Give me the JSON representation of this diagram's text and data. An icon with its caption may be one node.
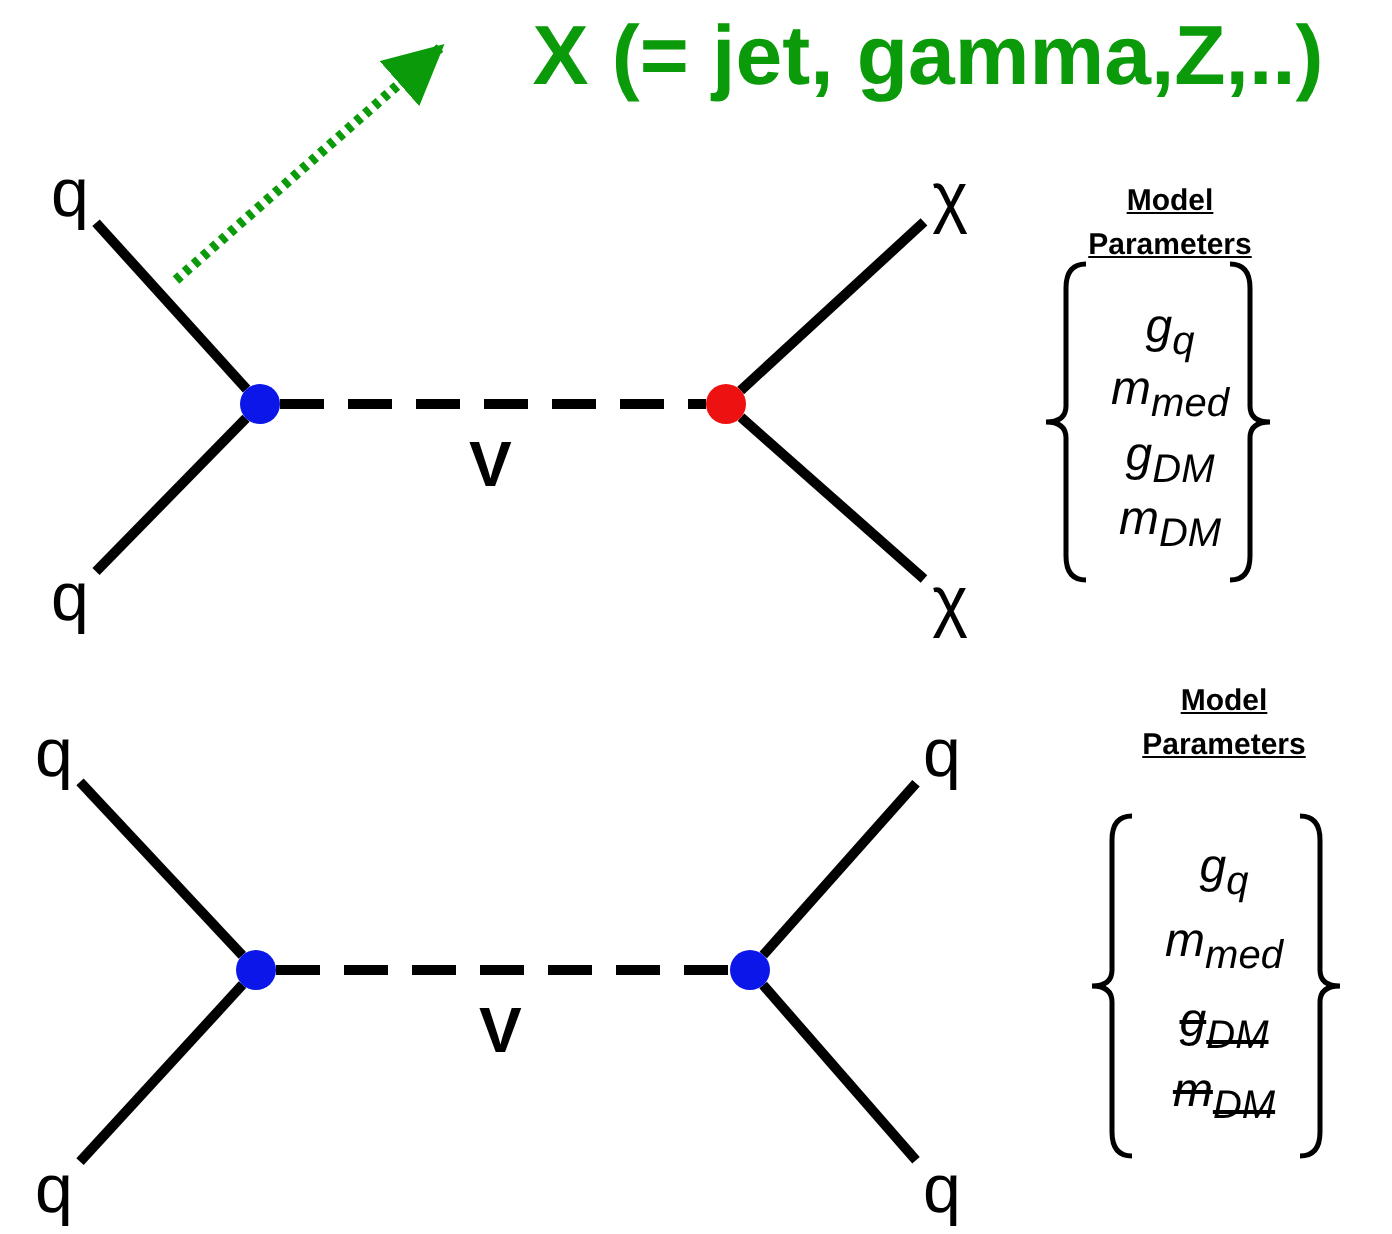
{
  "diagram": {
    "nodes": [
      {
        "text": [
          "q"
        ]
      },
      {
        "text": [
          "q"
        ]
      },
      {
        "text": [],
        "shape": "circle"
      },
      {
        "text": [],
        "shape": "circle"
      },
      {
        "text": [
          "χ"
        ]
      },
      {
        "text": [
          "χ"
        ]
      },
      {
        "text": [
          "X (= jet, gamma,Z,..)"
        ]
      },
      {
        "text": [
          "q"
        ]
      },
      {
        "text": [
          "q"
        ]
      },
      {
        "text": [],
        "shape": "circle"
      },
      {
        "text": [],
        "shape": "circle"
      },
      {
        "text": [
          "q"
        ]
      },
      {
        "text": [
          "q"
        ]
      }
    ],
    "edges": [
      {
        "from": 0,
        "to": 2,
        "arrow": "none"
      },
      {
        "from": 1,
        "to": 2,
        "arrow": "none"
      },
      {
        "from": 2,
        "to": 3,
        "arrow": "none",
        "style": "dashed",
        "label": "V"
      },
      {
        "from": 3,
        "to": 4,
        "arrow": "none"
      },
      {
        "from": 3,
        "to": 5,
        "arrow": "none"
      },
      {
        "from": null,
        "to": 6,
        "arrow": "to",
        "style": "dashed",
        "color": "#0a9a0a"
      },
      {
        "from": 7,
        "to": 9,
        "arrow": "none"
      },
      {
        "from": 8,
        "to": 9,
        "arrow": "none"
      },
      {
        "from": 9,
        "to": 10,
        "arrow": "none",
        "style": "dashed",
        "label": "V"
      },
      {
        "from": 10,
        "to": 11,
        "arrow": "none"
      },
      {
        "from": 10,
        "to": 12,
        "arrow": "none"
      }
    ],
    "labels": [
      "Model Parameters",
      "g$_{q}$",
      "m$_{med}$",
      "g$_{DM}$",
      "m$_{DM}$",
      "Model Parameters",
      "g$_{q}$",
      "m$_{med}$",
      "g$_{DM}$",
      "m$_{DM}$"
    ]
  }
}
